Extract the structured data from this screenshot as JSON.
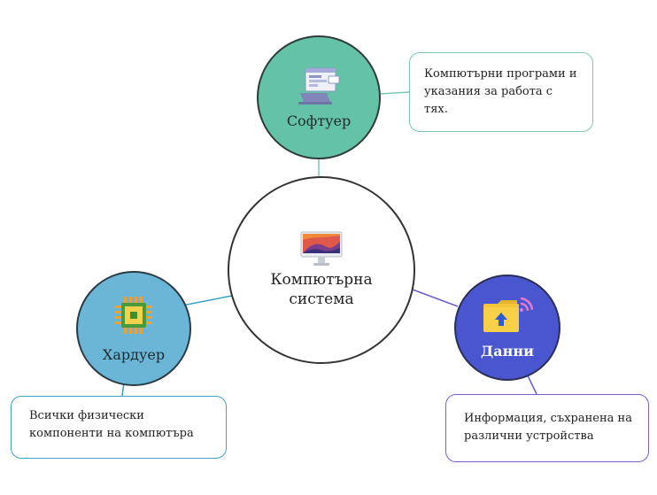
{
  "diagram": {
    "center": {
      "label": "Компютърна система",
      "icon": "imac-icon"
    },
    "nodes": [
      {
        "id": "software",
        "label": "Софтуер",
        "icon": "software-window-icon",
        "color": "#64c3a7",
        "description": "Компютърни програми и указания за работа с тях."
      },
      {
        "id": "hardware",
        "label": "Хардуер",
        "icon": "cpu-chip-icon",
        "color": "#6bb6d6",
        "description": "Всички физически компоненти на компютъра"
      },
      {
        "id": "data",
        "label": "Данни",
        "icon": "folder-upload-icon",
        "color": "#4a55d0",
        "description": "Информация, съхранена на различни устройства"
      }
    ],
    "colors": {
      "software_line": "#7cc7b0",
      "hardware_line": "#3aa0c0",
      "data_line": "#6a5ad6",
      "center_border": "#333333"
    }
  }
}
